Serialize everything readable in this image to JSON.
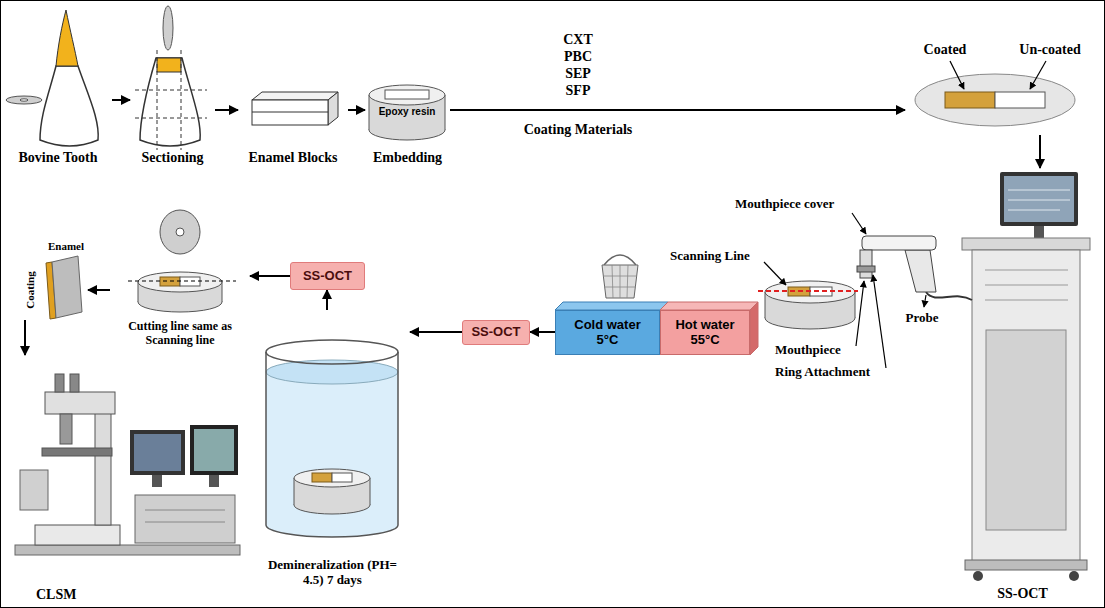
{
  "diagram": {
    "nodes": [
      {
        "text": [
          "Bovine Tooth"
        ]
      },
      {
        "text": [
          "Sectioning"
        ]
      },
      {
        "text": [
          "Enamel Blocks"
        ]
      },
      {
        "text": [
          "Epoxy resin",
          "Embedding"
        ]
      },
      {
        "text": [
          "Coated",
          "Un-coated"
        ]
      },
      {
        "text": [
          "SS-OCT"
        ]
      },
      {
        "text": [
          "Scanning Line"
        ]
      },
      {
        "text": [
          "Hot water 55°C"
        ]
      },
      {
        "text": [
          "Cold water 5°C"
        ]
      },
      {
        "text": [
          "SS-OCT"
        ]
      },
      {
        "text": [
          "Demineralization (PH= 4.5) 7 days"
        ]
      },
      {
        "text": [
          "SS-OCT"
        ]
      },
      {
        "text": [
          "Cutting line same as Scanning line"
        ]
      },
      {
        "text": [
          "Coating",
          "Enamel"
        ]
      },
      {
        "text": [
          "CLSM"
        ]
      }
    ],
    "edges": [
      {
        "from": 0,
        "to": 1,
        "arrow": "to"
      },
      {
        "from": 1,
        "to": 2,
        "arrow": "to"
      },
      {
        "from": 2,
        "to": 3,
        "arrow": "to"
      },
      {
        "from": 3,
        "to": 4,
        "arrow": "to"
      },
      {
        "from": 4,
        "to": 5,
        "arrow": "to"
      },
      {
        "from": 8,
        "to": 9,
        "arrow": "to"
      },
      {
        "from": 9,
        "to": 10,
        "arrow": "to"
      },
      {
        "from": 10,
        "to": 11,
        "arrow": "to"
      },
      {
        "from": 11,
        "to": 12,
        "arrow": "to"
      },
      {
        "from": 12,
        "to": 13,
        "arrow": "to"
      },
      {
        "from": 13,
        "to": 14,
        "arrow": "to"
      }
    ],
    "labels": [
      "CXT",
      "PBC",
      "SEP",
      "SFP",
      "Coating Materials",
      "Mouthpiece cover",
      "Probe",
      "Mouthpiece",
      "Ring Attachment"
    ]
  }
}
